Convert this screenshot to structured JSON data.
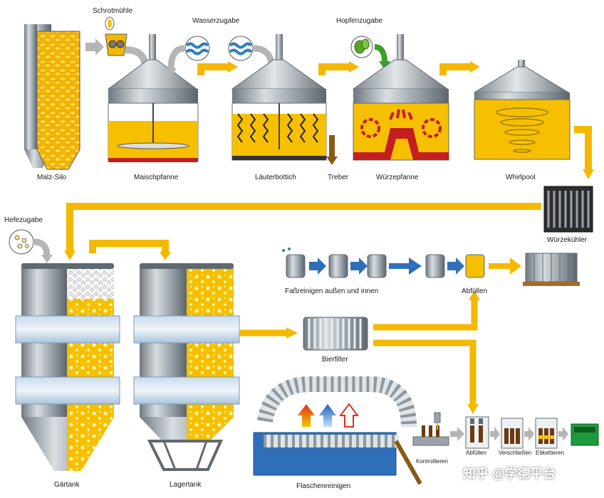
{
  "labels": {
    "malz_silo": "Malz-Silo",
    "schrotmuehle": "Schrotmühle",
    "maischpfanne": "Maischpfanne",
    "wasserzugabe": "Wasserzugabe",
    "laeuterbottich": "Läuterbottich",
    "treber": "Treber",
    "hopfenzugabe": "Hopfenzugabe",
    "wuerzepfanne": "Würzepfanne",
    "whirlpool": "Whirlpool",
    "wuerzekuehler": "Würzekühler",
    "hefezugabe": "Hefezugabe",
    "gaertank": "Gärtank",
    "lagertank": "Lagertank",
    "fassreinigen": "Faßreinigen außen und innen",
    "abfuellen_fass": "Abfüllen",
    "bierfilter": "Bierfilter",
    "flaschenreinigen": "Flaschenreinigen",
    "kontrollieren": "Kontrollieren",
    "abfuellen_flasche": "Abfüllen",
    "verschliessen": "Verschließen",
    "etikettieren": "Etikettieren",
    "watermark": "知乎 @学德平台"
  },
  "colors": {
    "beer": "#f5b800",
    "steel": "#9aa3ab",
    "steel_dark": "#5f6970",
    "flow_grey": "#b5b5b5",
    "water": "#2f7fc0",
    "wort_brown": "#8a5a14",
    "mash_red": "#c41e1e"
  }
}
